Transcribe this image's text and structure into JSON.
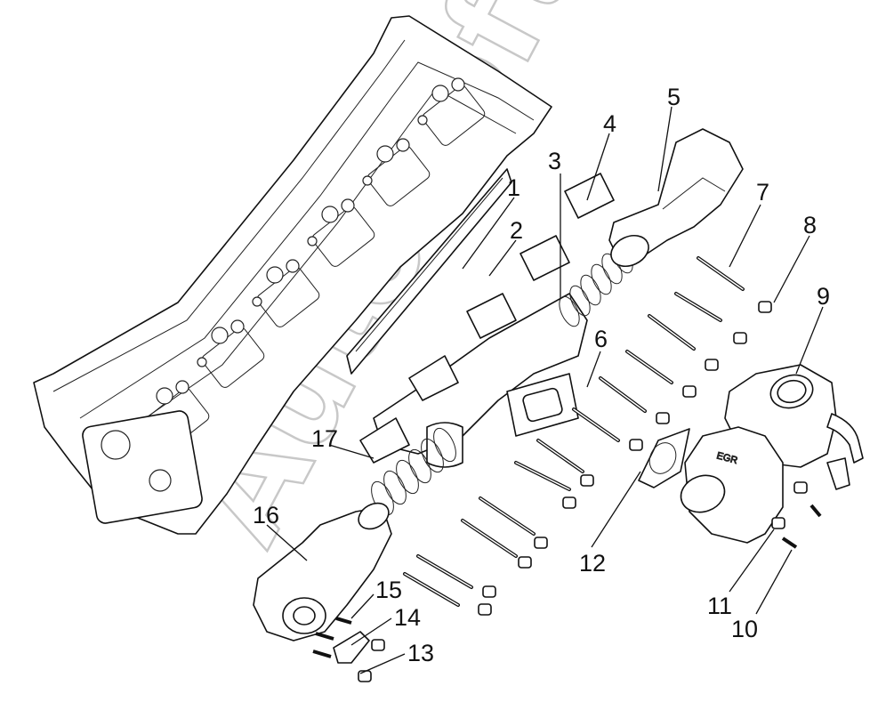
{
  "watermark": "AutoSoft",
  "stamp": "EGR",
  "callouts": [
    "1",
    "2",
    "3",
    "4",
    "5",
    "6",
    "7",
    "8",
    "9",
    "10",
    "11",
    "12",
    "13",
    "14",
    "15",
    "16",
    "17"
  ]
}
